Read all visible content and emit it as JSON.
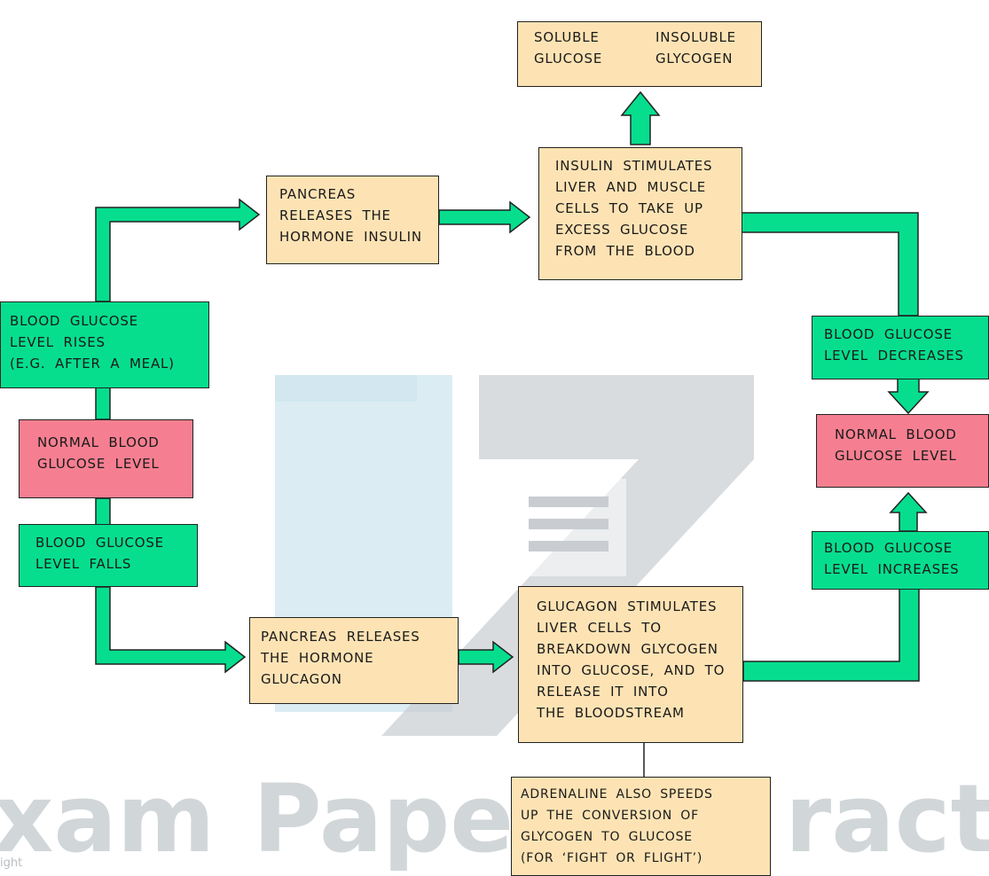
{
  "watermark": {
    "text_left": "xam",
    "text_mid": "Pape",
    "text_right": "ractic",
    "small": "ight"
  },
  "boxes": {
    "soluble_left": [
      "SOLUBLE",
      "GLUCOSE"
    ],
    "soluble_right": [
      "INSOLUBLE",
      "GLYCOGEN"
    ],
    "insulin_stim": [
      "INSULIN STIMULATES",
      "LIVER AND MUSCLE",
      "CELLS TO TAKE UP",
      "EXCESS GLUCOSE",
      "FROM THE BLOOD"
    ],
    "pancreas_insulin": [
      "PANCREAS",
      "RELEASES THE",
      "HORMONE INSULIN"
    ],
    "bg_rises": [
      "BLOOD GLUCOSE",
      "LEVEL RISES",
      "(E.G. AFTER A MEAL)"
    ],
    "normal_left": [
      "NORMAL BLOOD",
      "GLUCOSE LEVEL"
    ],
    "bg_falls": [
      "BLOOD GLUCOSE",
      "LEVEL FALLS"
    ],
    "pancreas_glucagon": [
      "PANCREAS RELEASES",
      "THE HORMONE",
      "GLUCAGON"
    ],
    "glucagon_stim": [
      "GLUCAGON STIMULATES",
      "LIVER CELLS TO",
      "BREAKDOWN GLYCOGEN",
      "INTO GLUCOSE, AND TO",
      "RELEASE IT INTO",
      "THE BLOODSTREAM"
    ],
    "adrenaline": [
      "ADRENALINE ALSO SPEEDS",
      "UP THE CONVERSION OF",
      "GLYCOGEN TO GLUCOSE",
      "(FOR ‘FIGHT OR FLIGHT’)"
    ],
    "bg_decreases": [
      "BLOOD GLUCOSE",
      "LEVEL DECREASES"
    ],
    "normal_right": [
      "NORMAL BLOOD",
      "GLUCOSE LEVEL"
    ],
    "bg_increases": [
      "BLOOD GLUCOSE",
      "LEVEL INCREASES"
    ]
  },
  "colors": {
    "green": "#06de8e",
    "yellow": "#fde3b4",
    "pink": "#f57f91",
    "outline": "#222222"
  }
}
